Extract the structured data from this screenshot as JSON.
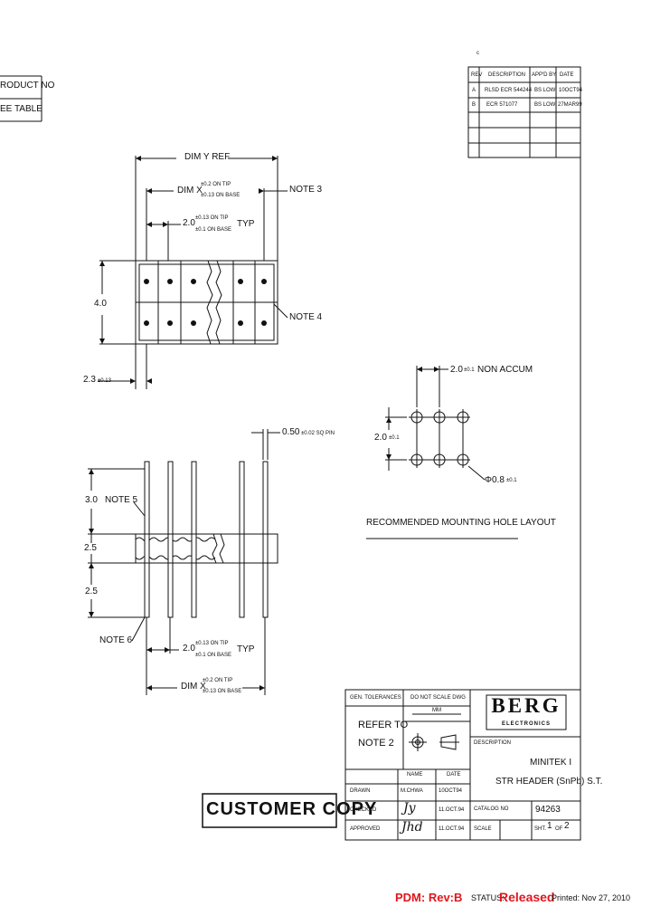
{
  "product_box": {
    "line1": "RODUCT NO",
    "line2": "EE TABLE"
  },
  "top_mark": "c",
  "revision_table": {
    "headers": [
      "REV",
      "DESCRIPTION",
      "APP'D BY",
      "DATE"
    ],
    "rows": [
      [
        "A",
        "RLSD ECR 544244",
        "BS LOW",
        "10OCT94"
      ],
      [
        "B",
        "ECR 571077",
        "BS LOW",
        "27MAR99"
      ],
      [
        "",
        "",
        "",
        ""
      ],
      [
        "",
        "",
        "",
        ""
      ]
    ]
  },
  "top_view": {
    "dim_y": "DIM Y REF",
    "dim_x": "DIM X",
    "dim_x_tol_top": "±0.2  ON TIP",
    "dim_x_tol_bot": "±0.13 ON BASE",
    "note3": "NOTE 3",
    "pitch": "2.0",
    "pitch_tol_top": "±0.13 ON TIP",
    "pitch_tol_bot": "±0.1  ON BASE",
    "typ": "TYP",
    "height": "4.0",
    "note4": "NOTE 4",
    "offset": "2.3",
    "offset_tol": "±0.13"
  },
  "side_view": {
    "pin_size": "0.50",
    "pin_tol": "±0.02 SQ PIN",
    "upper": "3.0",
    "note5": "NOTE 5",
    "body": "2.5",
    "lower": "2.5",
    "note6": "NOTE 6",
    "pitch": "2.0",
    "pitch_tol_top": "±0.13 ON TIP",
    "pitch_tol_bot": "±0.1  ON BASE",
    "typ": "TYP",
    "dim_x": "DIM X",
    "dim_x_tol_top": "±0.2  ON TIP",
    "dim_x_tol_bot": "±0.13 ON BASE"
  },
  "hole_layout": {
    "spacing": "2.0",
    "spacing_tol": "±0.1",
    "non_accum": "NON ACCUM",
    "row_spacing": "2.0",
    "row_tol": "±0.1",
    "hole_dia": "Φ0.8",
    "hole_tol": "±0.1",
    "caption": "RECOMMENDED MOUNTING HOLE LAYOUT"
  },
  "title_block": {
    "gen_tol": "GEN. TOLERANCES",
    "no_scale": "DO NOT SCALE DWG",
    "mm": "MM",
    "refer_to": "REFER TO",
    "note2": "NOTE 2",
    "logo": "BERG",
    "logo_sub": "ELECTRONICS",
    "description_label": "DESCRIPTION",
    "product_name": "MINITEK I",
    "product_desc": "STR HEADER (SnPb) S.T.",
    "name_label": "NAME",
    "date_label": "DATE",
    "drawn_label": "DRAWN",
    "drawn_name": "M.CHWA",
    "drawn_date": "10OCT94",
    "checked_label": "CHECKED",
    "checked_sig": "Jy",
    "checked_date": "11.OCT.94",
    "approved_label": "APPROVED",
    "approved_sig": "Jhd",
    "approved_date": "11.OCT.94",
    "catalog_label": "CATALOG NO",
    "catalog_no": "94263",
    "scale_label": "SCALE",
    "sheet_label": "SHT.",
    "sheet_no": "1",
    "of": "OF",
    "sheet_total": "2"
  },
  "customer_copy": "CUSTOMER COPY",
  "footer": {
    "pdm_label": "PDM: Rev:B",
    "status_label": "STATUS:",
    "status_value": "Released",
    "printed": "Printed: Nov 27, 2010"
  },
  "colors": {
    "ink": "#111111",
    "red": "#e0161c"
  }
}
